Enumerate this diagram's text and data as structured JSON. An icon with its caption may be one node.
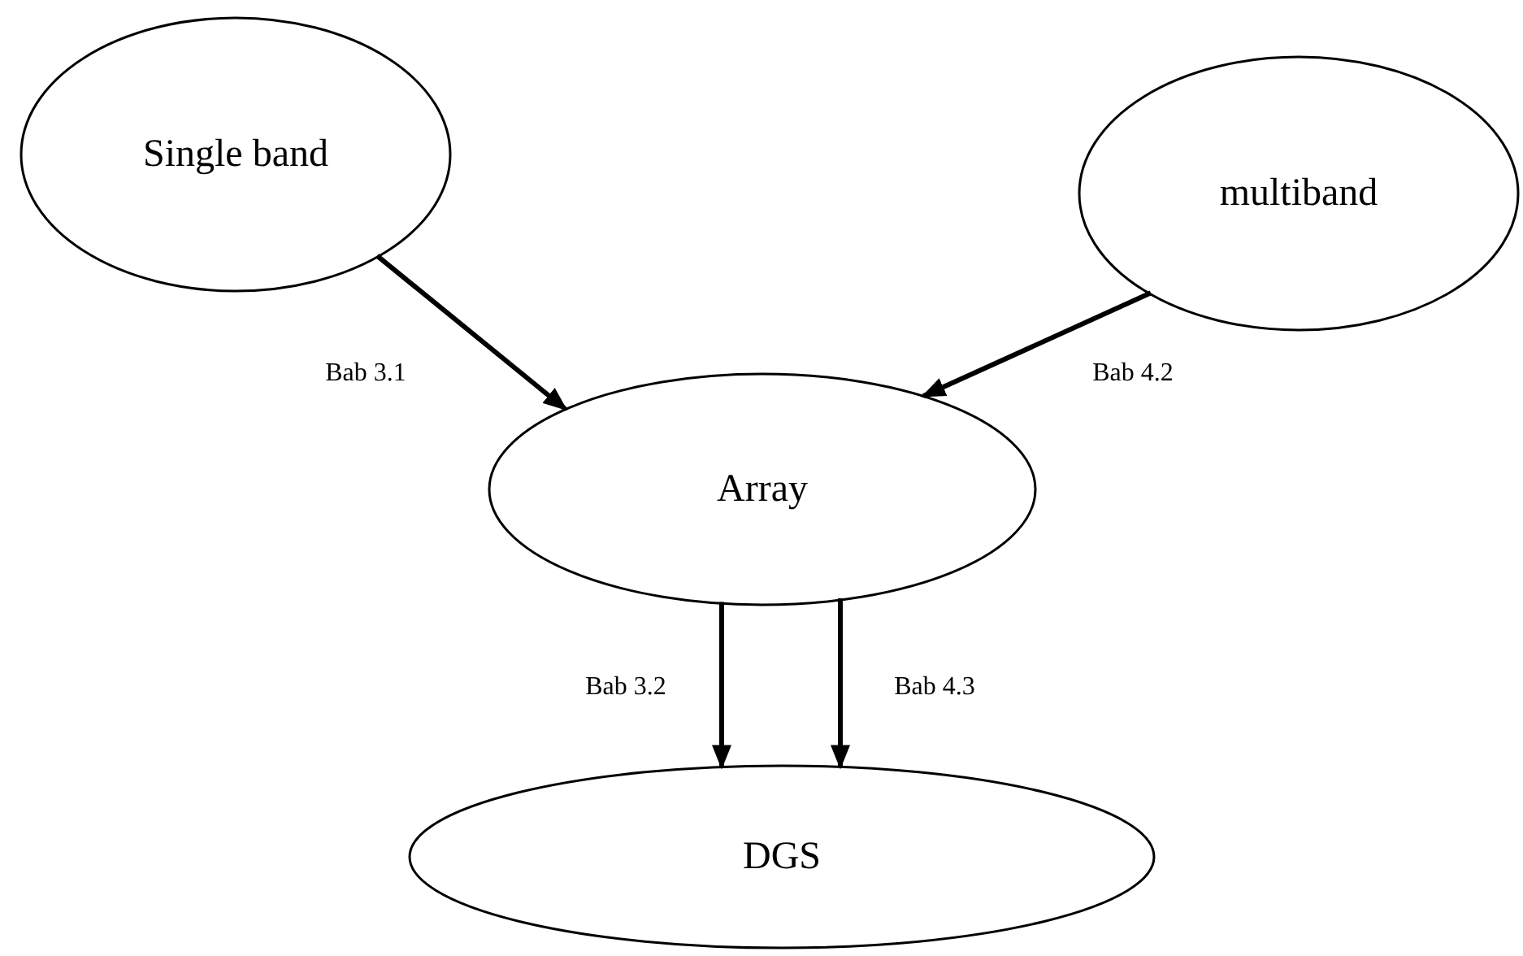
{
  "diagram": {
    "nodes": [
      {
        "text": [
          "Single band"
        ]
      },
      {
        "text": [
          "multiband"
        ]
      },
      {
        "text": [
          "Array"
        ]
      },
      {
        "text": [
          "DGS"
        ]
      }
    ],
    "edges": [
      {
        "from": 0,
        "to": 2,
        "arrow": "to",
        "label": "Bab 3.1"
      },
      {
        "from": 1,
        "to": 2,
        "arrow": "to",
        "label": "Bab 4.2"
      },
      {
        "from": 2,
        "to": 3,
        "arrow": "to",
        "label": "Bab 3.2"
      },
      {
        "from": 2,
        "to": 3,
        "arrow": "to",
        "label": "Bab 4.3"
      }
    ]
  }
}
